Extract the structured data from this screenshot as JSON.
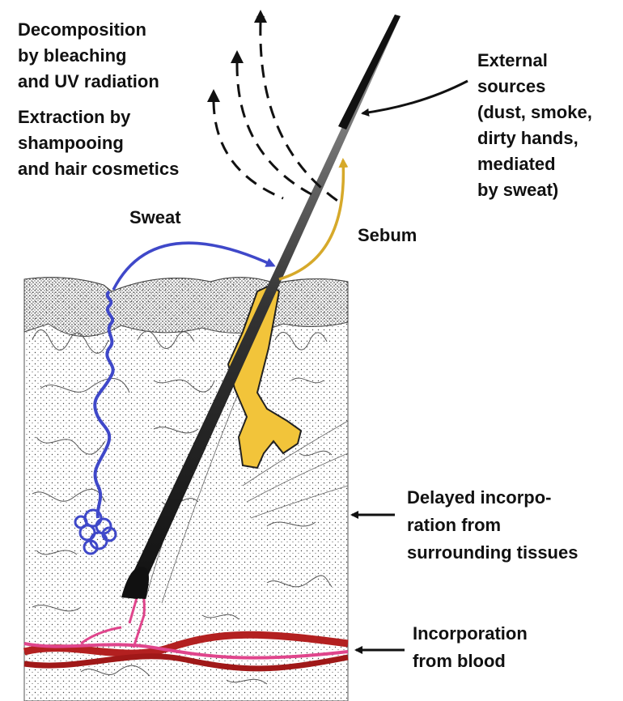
{
  "labels": {
    "decomposition": [
      "Decomposition",
      "by bleaching",
      "and UV radiation"
    ],
    "extraction": [
      "Extraction by",
      "shampooing",
      "and hair cosmetics"
    ],
    "external": [
      "External",
      "sources",
      "(dust, smoke,",
      "dirty hands,",
      "mediated",
      "by sweat)"
    ],
    "sweat": "Sweat",
    "sebum": "Sebum",
    "delayed": [
      "Delayed incorpo-",
      "ration from",
      "surrounding tissues"
    ],
    "blood": [
      "Incorporation",
      "from blood"
    ]
  },
  "colors": {
    "sweat_gland": "#3f48c9",
    "sebum": "#d6a92a",
    "sebaceous_gland": "#f2c43a",
    "hair_shaft": "#1a1a1a",
    "blood_red": "#b32020",
    "blood_pink": "#e0458c",
    "tissue": "#555555",
    "text": "#111111"
  }
}
